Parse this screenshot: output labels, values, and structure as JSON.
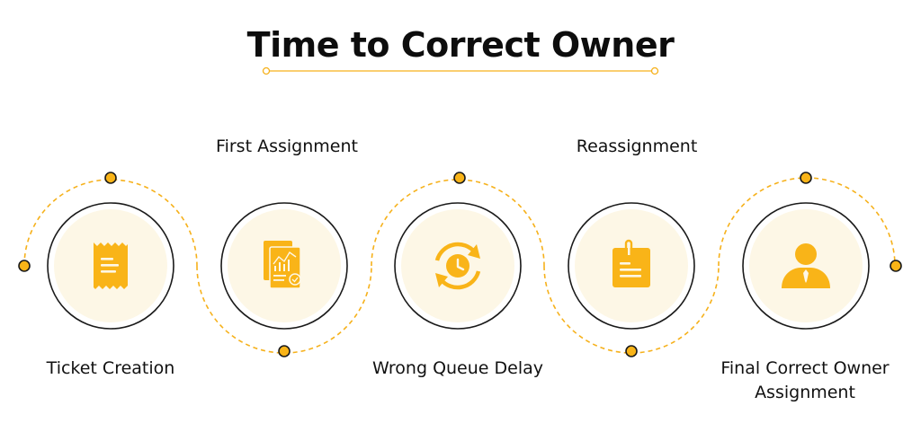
{
  "title": "Time to Correct Owner",
  "steps": [
    {
      "label": "Ticket Creation",
      "icon": "receipt-icon"
    },
    {
      "label": "First Assignment",
      "icon": "report-chart-icon"
    },
    {
      "label": "Wrong Queue Delay",
      "icon": "clock-refresh-icon"
    },
    {
      "label": "Reassignment",
      "icon": "clipboard-note-icon"
    },
    {
      "label": "Final Correct Owner\nAssignment",
      "icon": "person-icon"
    }
  ],
  "colors": {
    "accent": "#F9B418",
    "dot_border": "#1a1a1a",
    "circle_fill": "#FDF7E6",
    "ring": "#1a1a1a",
    "dash": "#F6B11B"
  }
}
